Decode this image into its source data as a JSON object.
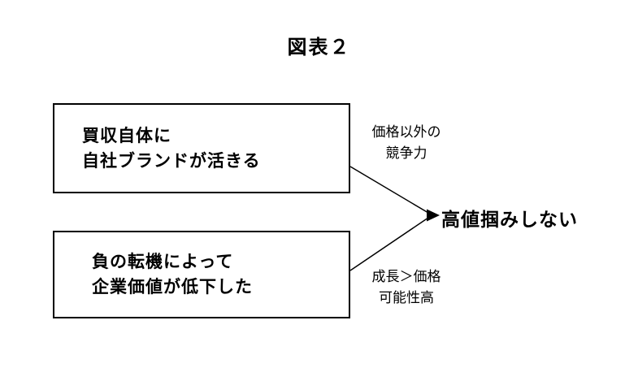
{
  "title": "図表２",
  "boxes": [
    {
      "lines": [
        "買収自体に",
        "自社ブランドが活きる"
      ]
    },
    {
      "lines": [
        "負の転機によって",
        "企業価値が低下した"
      ]
    }
  ],
  "arrow_labels": [
    {
      "lines": [
        "価格以外の",
        "競争力"
      ]
    },
    {
      "lines": [
        "成長＞価格",
        "可能性高"
      ]
    }
  ],
  "conclusion": "高値掴みしない",
  "colors": {
    "background": "#ffffff",
    "line": "#000000",
    "text": "#000000"
  }
}
